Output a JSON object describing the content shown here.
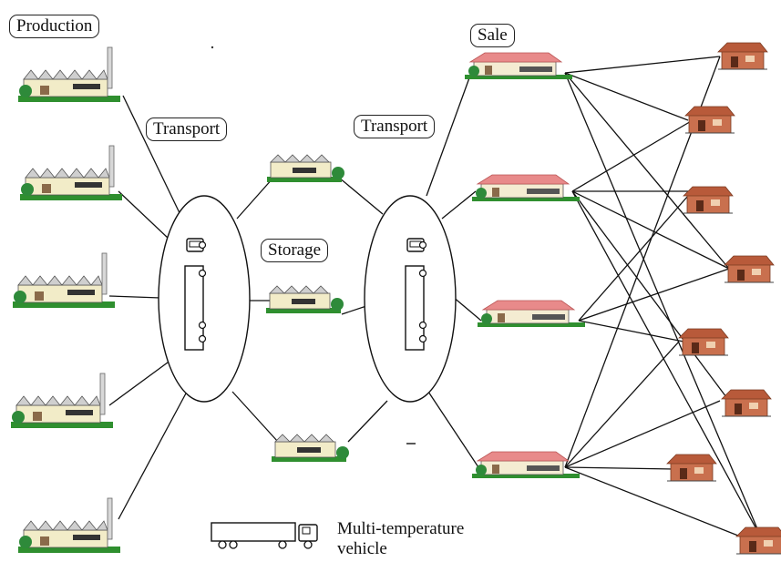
{
  "labels": {
    "production": "Production",
    "transport_left": "Transport",
    "transport_right": "Transport",
    "storage": "Storage",
    "sale": "Sale"
  },
  "legend": {
    "line1": "Multi-temperature",
    "line2": "vehicle",
    "vehicle_icon": "truck-icon"
  },
  "colors": {
    "factory_wall": "#f2ecc8",
    "factory_roof": "#c9c9c9",
    "ground": "#2f8f2f",
    "tree": "#2e8a3a",
    "store_roof": "#e88a8a",
    "store_wall": "#f4ecd2",
    "house": "#c9704e",
    "line": "#111111"
  },
  "nodes": {
    "production_count": 5,
    "storage_count": 3,
    "sale_count": 4,
    "consumer_count": 8
  }
}
